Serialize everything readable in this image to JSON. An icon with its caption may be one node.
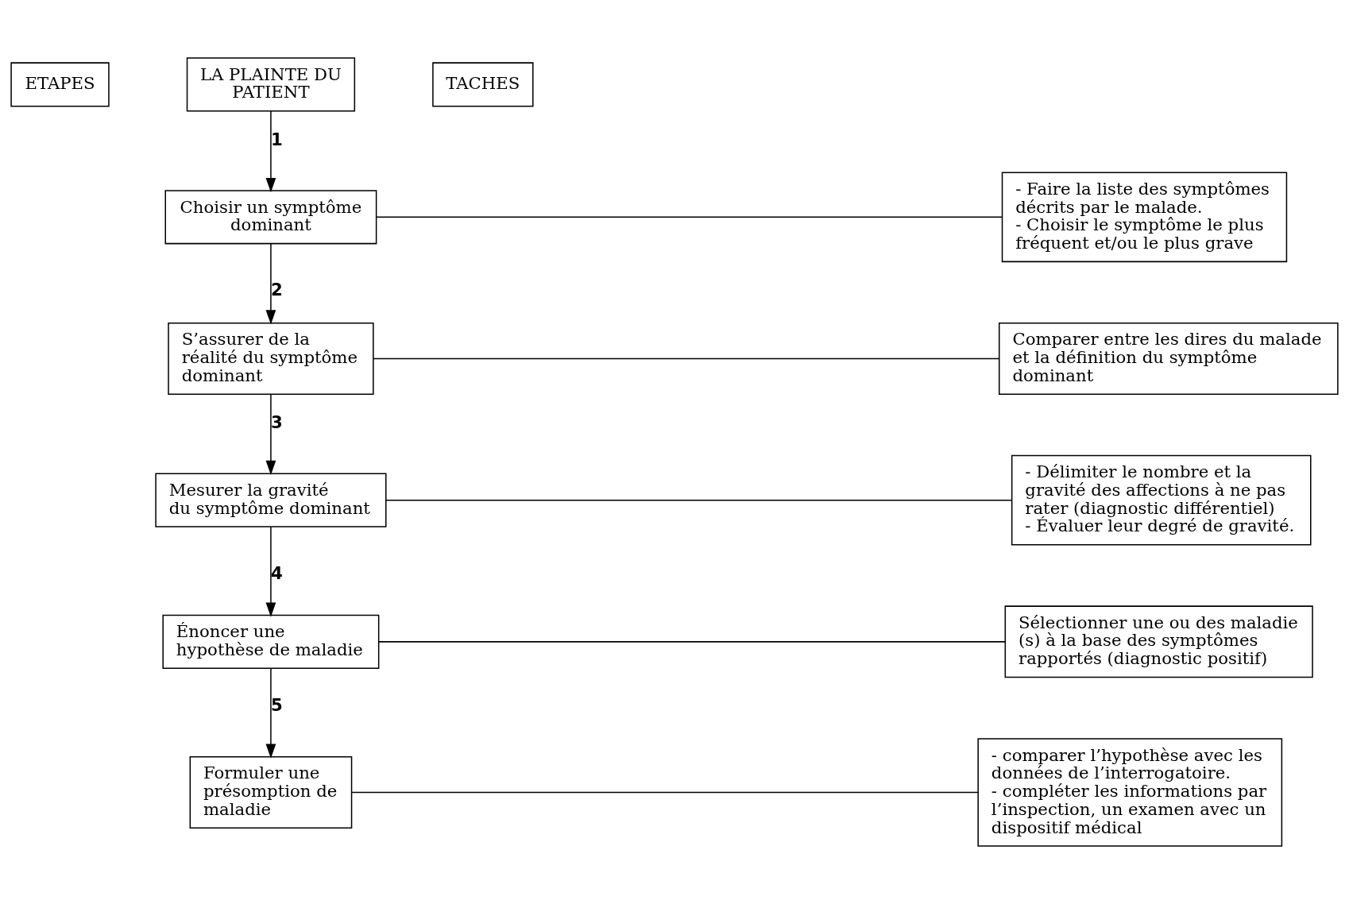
{
  "diagram": {
    "nodes": [
      {
        "text": [
          "ETAPES"
        ]
      },
      {
        "text": [
          "LA PLAINTE DU PATIENT"
        ]
      },
      {
        "text": [
          "TACHES"
        ]
      },
      {
        "text": [
          "Choisir un symptôme dominant"
        ]
      },
      {
        "text": [
          "- Faire la liste des symptômes décrits par le malade.",
          "- Choisir le symptôme le plus fréquent et/ou le plus grave"
        ]
      },
      {
        "text": [
          "S’assurer de la réalité du symptôme dominant"
        ]
      },
      {
        "text": [
          "Comparer entre les dires du malade et la définition du symptôme dominant"
        ]
      },
      {
        "text": [
          "Mesurer la gravité du symptôme dominant"
        ]
      },
      {
        "text": [
          "- Délimiter le nombre et la gravité des affections à ne pas rater (diagnostic différentiel)",
          "- Évaluer leur degré de gravité."
        ]
      },
      {
        "text": [
          "Énoncer une hypothèse de maladie"
        ]
      },
      {
        "text": [
          "Sélectionner une ou des maladie (s) à la base des symptômes rapportés (diagnostic positif)"
        ]
      },
      {
        "text": [
          "Formuler une présomption de maladie"
        ]
      },
      {
        "text": [
          "- comparer l’hypothèse avec les données de l’interrogatoire.",
          "- compléter les informations par l’inspection, un examen avec un dispositif médical"
        ]
      }
    ],
    "edges": [
      {
        "from": 1,
        "to": 3,
        "arrow": "to",
        "label": "1"
      },
      {
        "from": 3,
        "to": 4,
        "arrow": "none"
      },
      {
        "from": 3,
        "to": 5,
        "arrow": "to",
        "label": "2"
      },
      {
        "from": 5,
        "to": 6,
        "arrow": "none"
      },
      {
        "from": 5,
        "to": 7,
        "arrow": "to",
        "label": "3"
      },
      {
        "from": 7,
        "to": 8,
        "arrow": "none"
      },
      {
        "from": 7,
        "to": 9,
        "arrow": "to",
        "label": "4"
      },
      {
        "from": 9,
        "to": 10,
        "arrow": "none"
      },
      {
        "from": 9,
        "to": 11,
        "arrow": "to",
        "label": "5"
      },
      {
        "from": 11,
        "to": 12,
        "arrow": "none"
      }
    ]
  }
}
